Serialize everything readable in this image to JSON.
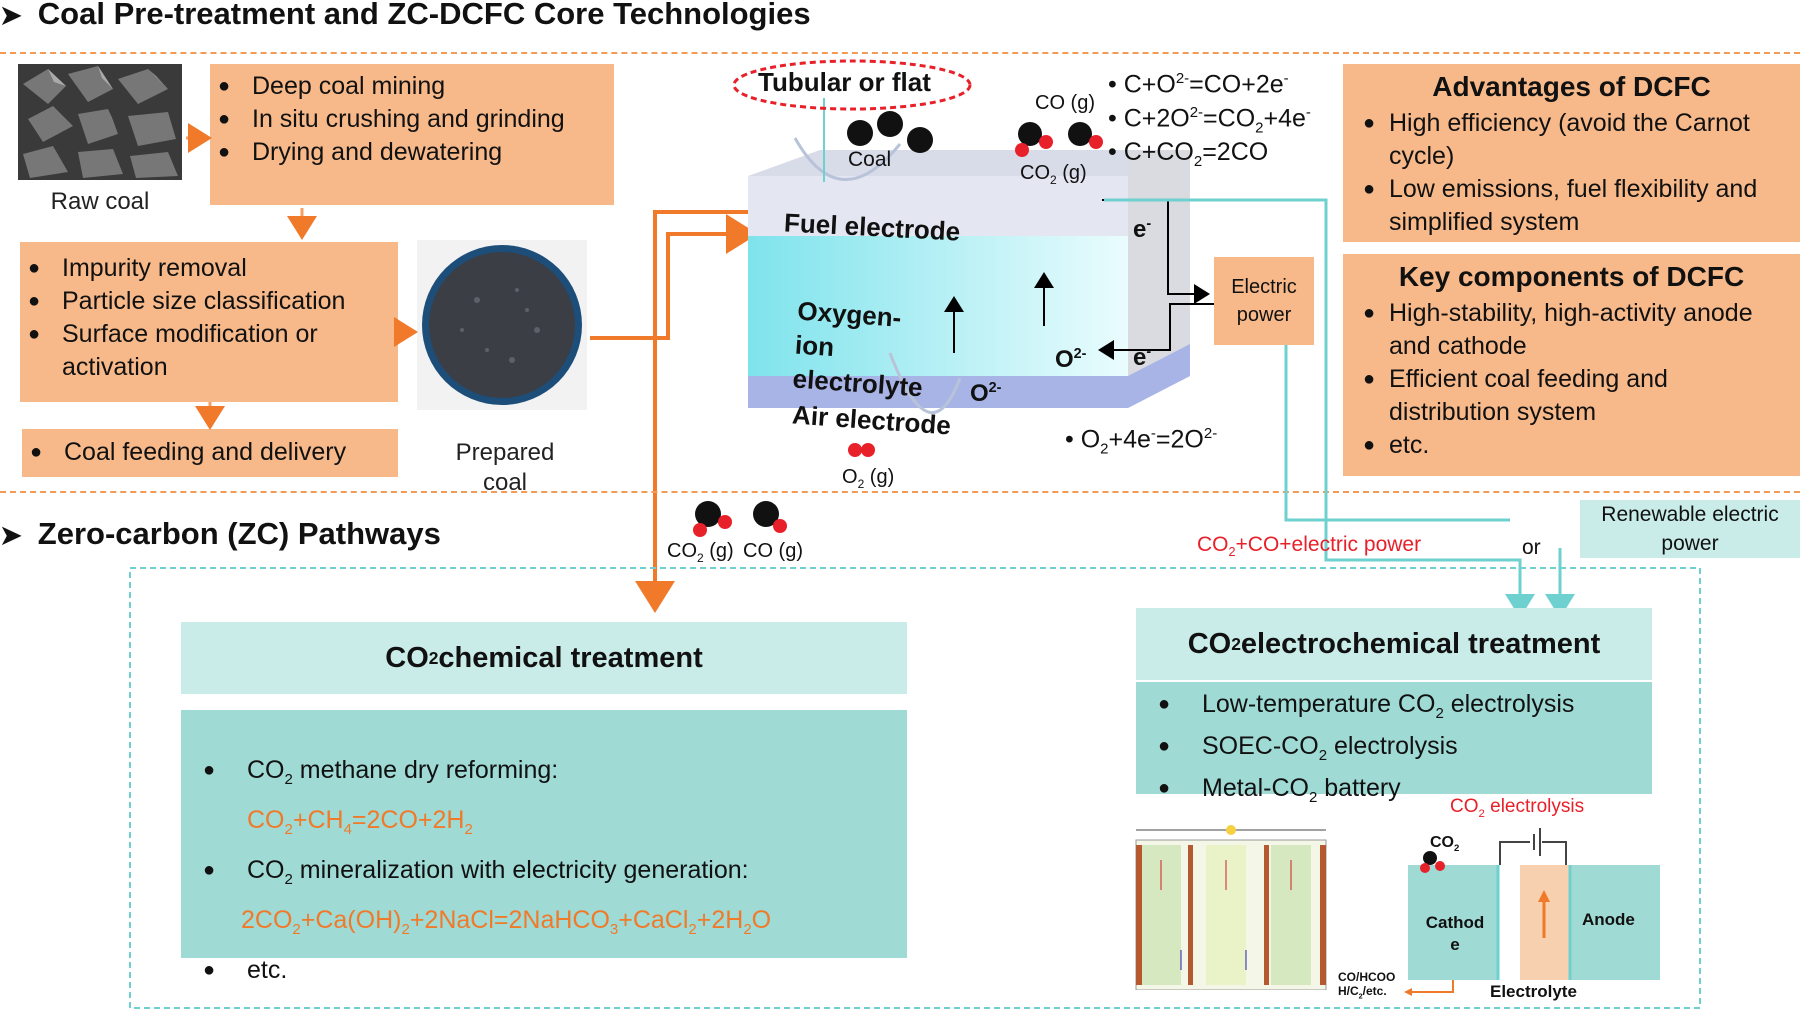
{
  "top_title": "Coal Pre-treatment and ZC-DCFC Core Technologies",
  "bottom_title": "Zero-carbon (ZC) Pathways",
  "pretreat": {
    "raw_coal": "Raw coal",
    "prepared_coal": "Prepared coal",
    "box1": [
      "Deep coal mining",
      "In situ crushing and grinding",
      "Drying and dewatering"
    ],
    "box2": [
      "Impurity removal",
      "Particle size classification",
      "Surface modification or activation"
    ],
    "box3": [
      "Coal feeding and delivery"
    ]
  },
  "cell": {
    "tubular": "Tubular or flat",
    "coal": "Coal",
    "co_g": "CO (g)",
    "co2_g": "CO",
    "g_suffix": " (g)",
    "fuel_electrode": "Fuel electrode",
    "electrolyte_1": "Oxygen-",
    "electrolyte_2": "ion",
    "electrolyte_3": "electrolyte",
    "air_electrode": "Air electrode",
    "o2_ion": "O",
    "o2_ion_sup": "2-",
    "o2_g": "O",
    "e": "e",
    "e_sup": "-",
    "electric_power": "Electric power"
  },
  "reactions": {
    "r1": "• C+O",
    "r1b": "2-",
    "r1c": "=CO+2e",
    "r1d": "-",
    "r2": "• C+2O",
    "r2b": "2-",
    "r2c": "=CO",
    "r2d": "2",
    "r2e": "+4e",
    "r2f": "-",
    "r3": "• C+CO",
    "r3b": "2",
    "r3c": "=2CO",
    "r4": "• O",
    "r4b": "2",
    "r4c": "+4e",
    "r4d": "-",
    "r4e": "=2O",
    "r4f": "2-"
  },
  "advantages": {
    "title": "Advantages of DCFC",
    "items": [
      "High efficiency (avoid the Carnot cycle)",
      "Low emissions, fuel flexibility and simplified system"
    ]
  },
  "components": {
    "title": "Key components of DCFC",
    "items": [
      "High-stability, high-activity anode and cathode",
      "Efficient coal feeding and distribution system",
      "etc."
    ]
  },
  "pathways": {
    "co2_g": "CO",
    "co_g": "CO (g)",
    "g_suffix": " (g)",
    "co2_co_power": "CO",
    "co2_co_power_rest": "+CO+electric power",
    "or": "or",
    "renewable": "Renewable electric power"
  },
  "chemical": {
    "title_a": "CO",
    "title_b": " chemical treatment",
    "i1": "CO",
    "i1b": " methane dry reforming:",
    "eq1": "CO",
    "eq1b": "+CH",
    "eq1c": "4",
    "eq1d": "=2CO+2H",
    "eq1e": "2",
    "i2": "CO",
    "i2b": " mineralization with electricity generation:",
    "eq2": "2CO",
    "eq2b": "+Ca(OH)",
    "eq2c": "+2NaCl=2NaHCO",
    "eq2d": "3",
    "eq2e": "+CaCl",
    "eq2f": "+2H",
    "eq2g": "O",
    "i3": "etc."
  },
  "electro": {
    "title_a": "CO",
    "title_b": " electrochemical treatment",
    "i1": "Low-temperature CO",
    "i1b": " electrolysis",
    "i2": "SOEC-CO",
    "i2b": " electrolysis",
    "i3": "Metal-CO",
    "i3b": " battery",
    "electrolysis": "CO",
    "electrolysis_b": " electrolysis",
    "co2_lbl": "CO",
    "cathode_1": "Cathod",
    "cathode_2": "e",
    "anode": "Anode",
    "electrolyte": "Electrolyte",
    "products_1": "CO/HCOO",
    "products_2": "H/C",
    "products_3": "/etc.",
    "sub2": "2"
  },
  "colors": {
    "orange_box": "#f7b98a",
    "orange_line": "#f07a2a",
    "teal_header": "#c9ece9",
    "teal_body": "#9fdad5",
    "teal_line": "#6fd0d0",
    "red_text": "#e8202a"
  }
}
